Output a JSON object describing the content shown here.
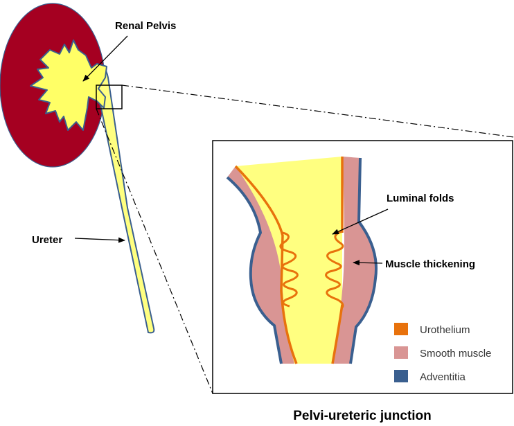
{
  "labels": {
    "renal_pelvis": "Renal Pelvis",
    "ureter": "Ureter",
    "luminal_folds": "Luminal folds",
    "muscle_thickening": "Muscle thickening"
  },
  "title": "Pelvi-ureteric junction",
  "legend": [
    {
      "label": "Urothelium",
      "color": "#e8720c"
    },
    {
      "label": "Smooth muscle",
      "color": "#d99594"
    },
    {
      "label": "Adventitia",
      "color": "#3a5f8f"
    }
  ],
  "colors": {
    "kidney": "#a50021",
    "lumen": "#ffff80",
    "urothelium": "#e8720c",
    "muscle": "#d99594",
    "adventitia": "#3a5f8f"
  }
}
